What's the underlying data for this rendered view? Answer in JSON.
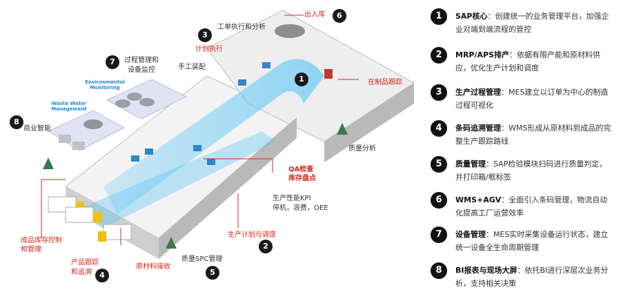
{
  "legend": [
    {
      "num": "1",
      "title": "SAP核心",
      "desc": "：创建统一的业务管理平台，加强企业对端到端流程的管控"
    },
    {
      "num": "2",
      "title": "MRP/APS排产",
      "desc": "：依据有限产能和原材料供应，优化生产计划和调度"
    },
    {
      "num": "3",
      "title": "生产过程管理",
      "desc": "：MES建立以订单为中心的制造过程可视化"
    },
    {
      "num": "4",
      "title": "条码追溯管理",
      "desc": "：WMS形成从原材料到成品的完整生产跟踪路线"
    },
    {
      "num": "5",
      "title": "质量管理",
      "desc": "：SAP检验模块扫码进行质量判定，并打印箱/框标签"
    },
    {
      "num": "6",
      "title": "WMS+AGV",
      "desc": "：全面引入条码管理，物流自动化提高工厂运营效率"
    },
    {
      "num": "7",
      "title": "设备管理",
      "desc": "：MES实时采集设备运行状态，建立统一设备全生命周期管理"
    },
    {
      "num": "8",
      "title": "BI报表与现场大屏",
      "desc": "：依托BI进行深层次业务分析，支持相关决策"
    }
  ],
  "diagram": {
    "chuku": "出入库",
    "gongdan": "工单执行和分析",
    "jihua": "计划执行",
    "shougong": "手工装配",
    "guocheng": "过程管理和",
    "shebei": "设备监控",
    "env_monitoring": "Environmental Monitoring",
    "waste_water": "Waste Water Management",
    "shangye": "商业智能",
    "zaizhi": "在制品跟踪",
    "zhiliang_fenxi": "质量分析",
    "qa1": "QA检查",
    "qa2": "库存盘点",
    "kpi1": "生产性能KPI",
    "kpi2": "停机，浪费，OEE",
    "chengpin1": "成品库存控制",
    "chengpin2": "和管理",
    "chanpin1": "产品跟踪",
    "chanpin2": "和追溯",
    "yuancailiao": "原材料接收",
    "spc": "质量SPC管理",
    "shengchan": "生产计划与调度",
    "b1": "1",
    "b2": "2",
    "b3": "3",
    "b4": "4",
    "b5": "5",
    "b6": "6",
    "b7": "7",
    "b8": "8"
  },
  "colors": {
    "accent_red": "#d9261c",
    "flow_blue": "#4fc3f7",
    "badge": "#1a1a1a",
    "floor": "#f2f2f2",
    "wall": "#c9c9c9"
  }
}
